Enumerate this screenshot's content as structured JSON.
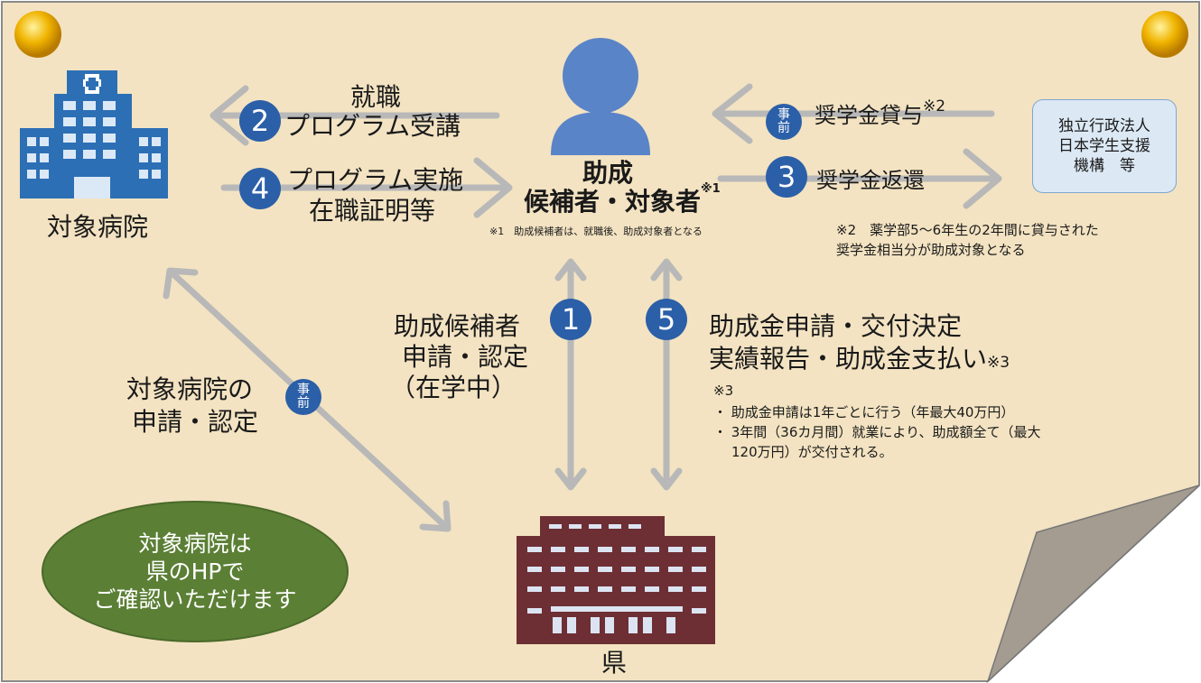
{
  "labels": {
    "hospital": "対象病院",
    "candidate_line1": "助成",
    "candidate_line2": "候補者・対象者",
    "candidate_sup": "※1",
    "note1": "※1　助成候補者は、就職後、助成対象者となる",
    "org_line1": "独立行政法人",
    "org_line2": "日本学生支援",
    "org_line3": "機構　等",
    "note2_line1": "※2　薬学部5～6年生の2年間に貸与された",
    "note2_line2": "奨学金相当分が助成対象となる",
    "prefecture": "県"
  },
  "steps": {
    "s2_num": "2",
    "s2_line1": "就職",
    "s2_line2": "プログラム受講",
    "s4_num": "4",
    "s4_line1": "プログラム実施",
    "s4_line2": "在職証明等",
    "pre_a_1": "事",
    "pre_a_2": "前",
    "loan": "奨学金貸与",
    "loan_sup": "※2",
    "s3_num": "3",
    "repay": "奨学金返還",
    "s1_num": "1",
    "s1_line1": "助成候補者",
    "s1_line2": "申請・認定",
    "s1_line3": "（在学中）",
    "s5_num": "5",
    "s5_line1": "助成金申請・交付決定",
    "s5_line2": "実績報告・助成金支払い",
    "s5_sup": "※3",
    "note3_head": "※3",
    "note3_b1": "・ 助成金申請は1年ごとに行う（年最大40万円）",
    "note3_b2": "・ 3年間（36カ月間）就業により、助成額全て（最大",
    "note3_b2b": "120万円）が交付される。",
    "pre_b_1": "事",
    "pre_b_2": "前",
    "hosp_apply_line1": "対象病院の",
    "hosp_apply_line2": "申請・認定"
  },
  "callout": {
    "line1": "対象病院は",
    "line2": "県のHPで",
    "line3": "ご確認いただけます"
  },
  "colors": {
    "parchment": "#f3e3c2",
    "step_circle": "#2b5fa8",
    "arrow": "#b8b8b8",
    "person": "#5a84c8",
    "hospital_blue": "#2d6fb5",
    "prefecture_brown": "#6d2f34",
    "callout_green": "#5b7f35",
    "org_box": "#dce9f5"
  }
}
